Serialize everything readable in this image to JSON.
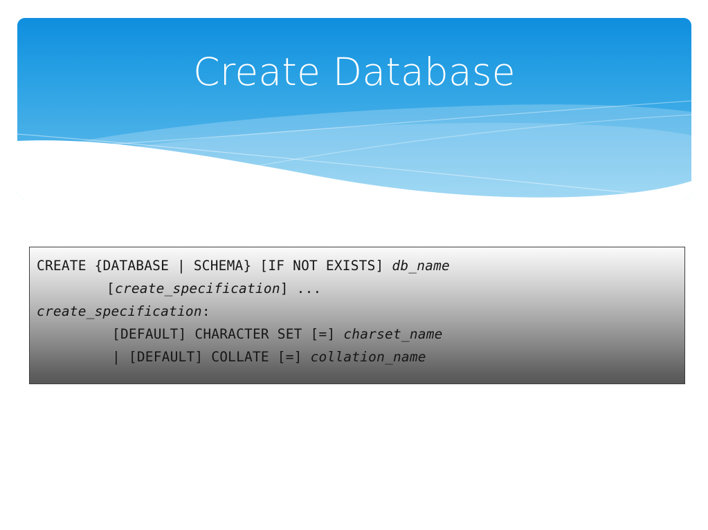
{
  "slide": {
    "background_color": "#ffffff",
    "title": "Create Database",
    "banner": {
      "name": "blue-wave-banner",
      "gradient_top_color": "#1391de",
      "gradient_bottom_color": "#63bdec",
      "wave_color": "#ffffff",
      "accent_wave_color": "#9ed8f4"
    }
  },
  "code_block": {
    "name": "sql-syntax-block",
    "border_color": "#3d3d3d",
    "gradient_top_color": "#fbfbfb",
    "gradient_bottom_color": "#585858",
    "text_color": "#161616",
    "lines": [
      {
        "indent": 0,
        "segments": [
          {
            "text": "CREATE {DATABASE | SCHEMA} [IF NOT EXISTS] ",
            "style": "normal"
          },
          {
            "text": "db_name",
            "style": "italic"
          }
        ]
      },
      {
        "indent": 1,
        "segments": [
          {
            "text": "[",
            "style": "normal"
          },
          {
            "text": "create_specification",
            "style": "italic"
          },
          {
            "text": "] ...",
            "style": "normal"
          }
        ]
      },
      {
        "indent": 0,
        "segments": [
          {
            "text": "create_specification",
            "style": "italic"
          },
          {
            "text": ":",
            "style": "normal"
          }
        ]
      },
      {
        "indent": 2,
        "segments": [
          {
            "text": "[DEFAULT] CHARACTER SET [=] ",
            "style": "normal"
          },
          {
            "text": "charset_name",
            "style": "italic"
          }
        ]
      },
      {
        "indent": 2,
        "segments": [
          {
            "text": "| [DEFAULT] COLLATE [=] ",
            "style": "normal"
          },
          {
            "text": "collation_name",
            "style": "italic"
          }
        ]
      }
    ]
  }
}
